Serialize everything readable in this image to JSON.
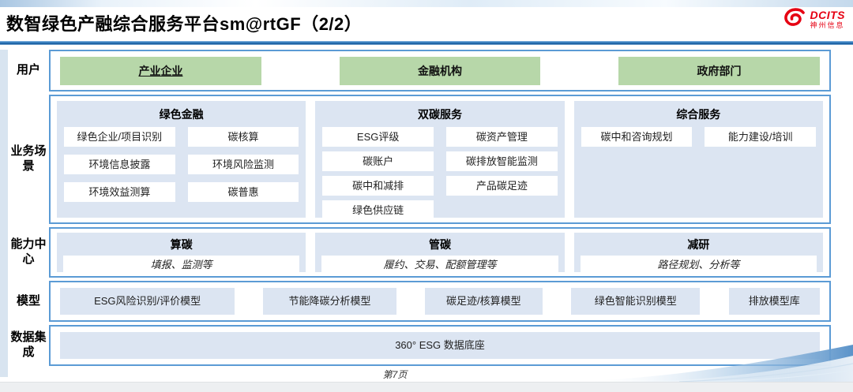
{
  "header": {
    "title": "数智绿色产融综合服务平台sm@rtGF（2/2）",
    "logo": {
      "brand": "DCITS",
      "subbrand": "神州信息",
      "icon": "dcits-swirl-icon"
    }
  },
  "rows": {
    "users": {
      "label": "用户",
      "items": [
        "产业企业",
        "金融机构",
        "政府部门"
      ]
    },
    "scenarios": {
      "label": "业务场景",
      "columns": [
        {
          "title": "绿色金融",
          "items": [
            "绿色企业/项目识别",
            "碳核算",
            "环境信息披露",
            "环境风险监测",
            "环境效益测算",
            "碳普惠"
          ]
        },
        {
          "title": "双碳服务",
          "items": [
            "ESG评级",
            "碳资产管理",
            "碳账户",
            "碳排放智能监测",
            "碳中和减排",
            "产品碳足迹",
            "绿色供应链"
          ]
        },
        {
          "title": "综合服务",
          "items": [
            "碳中和咨询规划",
            "能力建设/培训"
          ]
        }
      ]
    },
    "capabilities": {
      "label": "能力中心",
      "items": [
        {
          "title": "算碳",
          "desc": "填报、监测等"
        },
        {
          "title": "管碳",
          "desc": "履约、交易、配额管理等"
        },
        {
          "title": "减研",
          "desc": "路径规划、分析等"
        }
      ]
    },
    "models": {
      "label": "模型",
      "items": [
        "ESG风险识别/评价模型",
        "节能降碳分析模型",
        "碳足迹/核算模型",
        "绿色智能识别模型",
        "排放模型库"
      ]
    },
    "data": {
      "label": "数据集成",
      "items": [
        "360° ESG 数据底座"
      ]
    }
  },
  "footer": {
    "page": "第7页"
  },
  "colors": {
    "accent_border": "#5b9bd5",
    "divider_blue": "#2a77ba",
    "green_box": "#b7d7a9",
    "panel_blue": "#dce5f2",
    "logo_red": "#e60012"
  }
}
